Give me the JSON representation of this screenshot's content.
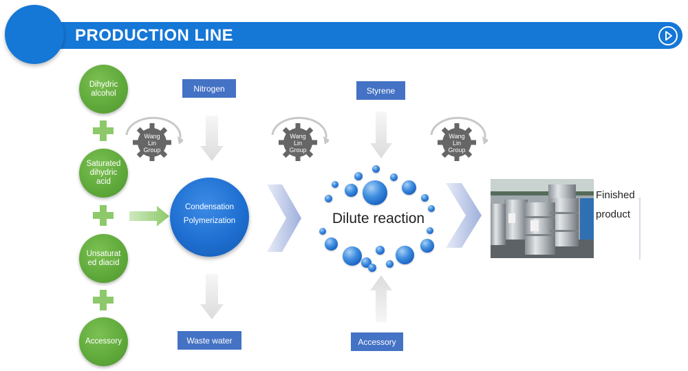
{
  "header": {
    "title": "PRODUCTION LINE",
    "accent": "#1577d6"
  },
  "ingredients": [
    "Dihydric alcohol",
    "Saturated dihydric acid",
    "Unsaturat ed diacid",
    "Accessory"
  ],
  "inputs": {
    "nitrogen": "Nitrogen",
    "styrene": "Styrene",
    "waste_water": "Waste water",
    "accessory": "Accessory"
  },
  "gear": {
    "line1": "Wang",
    "line2": "Lin",
    "line3": "Group"
  },
  "process": {
    "condensation_line1": "Condensation",
    "condensation_line2": "Polymerization",
    "dilute": "Dilute reaction"
  },
  "output": {
    "finished_line1": "Finished",
    "finished_line2": "product"
  },
  "colors": {
    "green": "#5ea83a",
    "label_blue": "#4472c4",
    "chevron": "#a9b8e0"
  }
}
